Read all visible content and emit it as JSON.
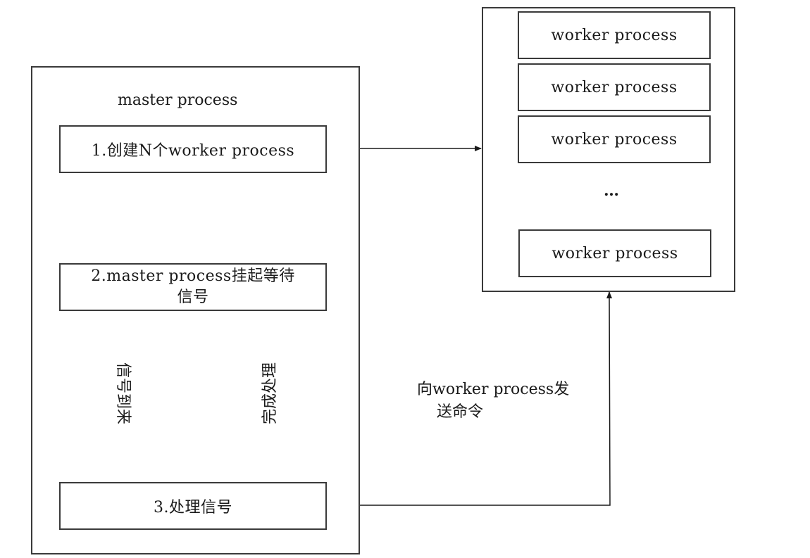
{
  "master": {
    "title": "master process",
    "step1": "1.创建N个worker  process",
    "step2_line1": "2.master process挂起等待",
    "step2_line2": "信号",
    "step3": "3.处理信号",
    "arrow_signal_arrives": "信号到来",
    "arrow_done_processing": "完成处理"
  },
  "workers": {
    "items": [
      "worker  process",
      "worker  process",
      "worker  process",
      "worker  process"
    ],
    "ellipsis": "…"
  },
  "command_label": {
    "line1": "向worker process发",
    "line2": "送命令"
  }
}
